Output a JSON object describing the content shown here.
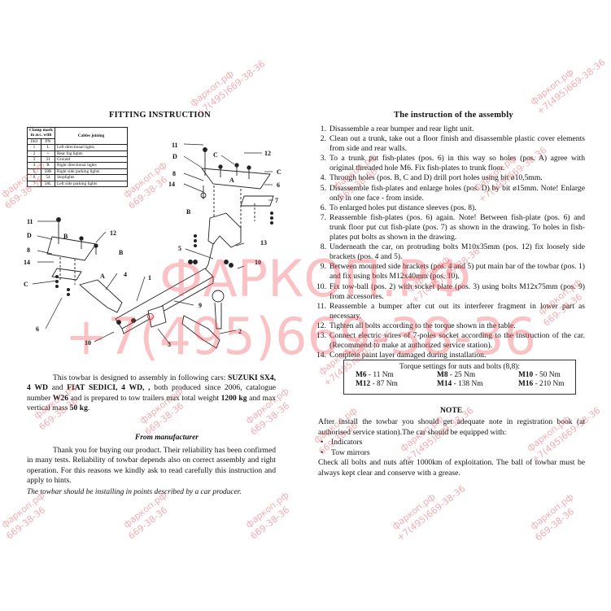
{
  "left": {
    "title": "FITTING INSTRUCTION",
    "cable_table": {
      "header_clamp": "Clamp mark in acc. with",
      "header_cables": "Cables joining",
      "col_iso": "ISO",
      "col_pn": "PN",
      "rows": [
        {
          "iso": "1",
          "pn": "L",
          "desc": "Left directional lights"
        },
        {
          "iso": "2",
          "pn": "+",
          "desc": "Rear fog lights"
        },
        {
          "iso": "3",
          "pn": "31",
          "desc": "Ground"
        },
        {
          "iso": "4",
          "pn": "R",
          "desc": "Right directional lights"
        },
        {
          "iso": "5",
          "pn": "58R",
          "desc": "Right side parking lights"
        },
        {
          "iso": "6",
          "pn": "54",
          "desc": "Stoplights"
        },
        {
          "iso": "7",
          "pn": "58L",
          "desc": "Left side parking lights"
        }
      ]
    },
    "diagram_labels": {
      "p1": "1",
      "p2": "2",
      "p3": "3",
      "p4": "4",
      "p5": "5",
      "p6": "6",
      "p7": "7",
      "p8": "8",
      "p9": "9",
      "p10": "10",
      "p11": "11",
      "p12": "12",
      "p13": "13",
      "p14": "14",
      "A": "A",
      "B": "B",
      "C": "C",
      "D": "D"
    },
    "description": {
      "t1": "This towbar is designed to assembly in following cars: ",
      "car1": "SUZUKI SX4, 4 WD",
      "t2": " and ",
      "car2": "FIAT SEDICI, 4 WD, ,",
      "t3": " both produced since 2006, catalogue number ",
      "catalogue": "W26",
      "t4": " and is prepared to tow trailers max total weight ",
      "weight": "1200 kg",
      "t5": " and max vertical mass ",
      "mass": "50 kg",
      "t6": "."
    },
    "from_manufacturer_heading": "From manufacturer",
    "thanks_text": "Thank you for buying our product. Their reliability has been confirmed in many tests. Reliability of towbar depends also on correct assembly and right operation. For this reasons we kindly ask to read carefully this instruction and apply to hints.",
    "italic_note": "The towbar should be installing in points described by a car producer."
  },
  "right": {
    "title": "The instruction of the assembly",
    "steps": [
      {
        "n": "1.",
        "text": "Disassemble a rear bumper and rear light unit."
      },
      {
        "n": "2.",
        "text": "Clean out a trunk, take out a floor finish and disassemble plastic cover elements from side and rear walls."
      },
      {
        "n": "3.",
        "text": "To a trunk put fish-plates (pos. 6) in this way so holes (pos. A) agree with original threaded hole M6. Fix fish-plates to trunk floor."
      },
      {
        "n": "4.",
        "text": "Through holes (pos. B, C and D) drill port holes using bit ø10,5mm."
      },
      {
        "n": "5.",
        "text": "Disassemble fish-plates and enlarge holes (pos. D) by bit ø15mm. Note! Enlarge only in one face - from inside."
      },
      {
        "n": "6.",
        "text": "To enlarged holes put distance sleeves (pos. 8)."
      },
      {
        "n": "7.",
        "text": "Reassemble fish-plates (pos. 6) again. Note! Between fish-plate (pos. 6) and trunk floor put cut fish-plate (pos. 7) as shown in the drawing. To holes in fish-plates put bolts as shown in the drawing."
      },
      {
        "n": "8.",
        "text": "Underneath the car, on protruding bolts M10x35mm (pos. 12) fix loosely side brackets (pos. 4 and 5)."
      },
      {
        "n": "9.",
        "text": "Between mounted side brackets (pos. 4 and 5) put main bar of the towbar (pos. 1) and fix using bolts M12x40mm (pos. 10)."
      },
      {
        "n": "10.",
        "text": "Fix tow-ball (pos. 2) with socket plate (pos. 3) using bolts M12x75mm (pos. 9) from accessories."
      },
      {
        "n": "11.",
        "text": "Reassemble a bumper after cut out its interferer fragment in lower part as necessary."
      },
      {
        "n": "12.",
        "text": "Tighten all bolts according to the torque shown in the table."
      },
      {
        "n": "13.",
        "text": "Connect electric wires of 7-poles socket according to the instruction of the car. (Recommend to make at authorized service station)."
      },
      {
        "n": "14.",
        "text": "Complete paint layer damaged during installation."
      }
    ],
    "torque": {
      "caption": "Torque settings for nuts and bolts (8,8):",
      "items": [
        {
          "bolt": "M6",
          "value": "11 Nm"
        },
        {
          "bolt": "M8",
          "value": "25 Nm"
        },
        {
          "bolt": "M10",
          "value": "50 Nm"
        },
        {
          "bolt": "M12",
          "value": "87 Nm"
        },
        {
          "bolt": "M14",
          "value": "138 Nm"
        },
        {
          "bolt": "M16",
          "value": "210 Nm"
        }
      ]
    },
    "note": {
      "heading": "NOTE",
      "intro": "After install the towbar you should get adequate note in registration book (at authorised service station).The car should be equipped with:",
      "items": [
        "Indicators",
        "Tow mirrors"
      ],
      "outro": "Check all bolts and nuts after 1000km of exploitation. The ball of towbar must be always kept clear and conserve with a grease."
    }
  },
  "watermark": {
    "site": "ФАРКОП.РФ",
    "site_small": "фаркоп.рф",
    "phone": "+7(495)669-38-36",
    "phone_short": "669-38-36",
    "color": "#f06670"
  }
}
